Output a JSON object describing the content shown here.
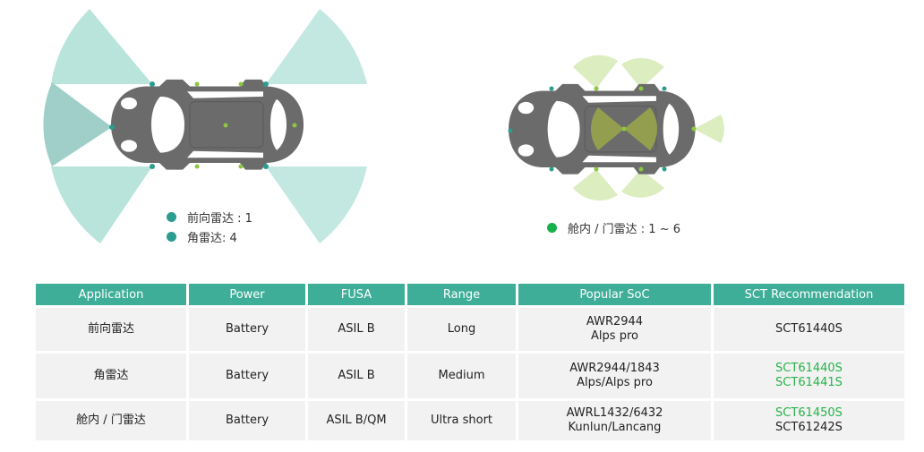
{
  "legend": {
    "front_radar": "前向雷达 : 1",
    "corner_radar": "角雷达: 4",
    "cabin_door_radar": "舱内 / 门雷达 : 1 ~ 6"
  },
  "colors": {
    "front_dot": "#2a9d8f",
    "corner_dot": "#2a9d8f",
    "cabin_dot": "#18b04a",
    "fov_teal": "#b8e4dc",
    "fov_teal_dark": "#9fcfc8",
    "fov_green": "#dcedc0",
    "fov_olive": "#9aa84a",
    "car": "#6b6b6b",
    "header": "#3fae98",
    "highlight": "#27b34a"
  },
  "table": {
    "headers": [
      "Application",
      "Power",
      "FUSA",
      "Range",
      "Popular SoC",
      "SCT Recommendation"
    ],
    "rows": [
      {
        "application": "前向雷达",
        "power": "Battery",
        "fusa": "ASIL B",
        "range": "Long",
        "soc_line1": "AWR2944",
        "soc_line2": "Alps pro",
        "sct_line1": "SCT61440S",
        "sct_line2": ""
      },
      {
        "application": "角雷达",
        "power": "Battery",
        "fusa": "ASIL B",
        "range": "Medium",
        "soc_line1": "AWR2944/1843",
        "soc_line2": "Alps/Alps pro",
        "sct_line1": "SCT61440S",
        "sct_line2": "SCT61441S"
      },
      {
        "application": "舱内 / 门雷达",
        "power": "Battery",
        "fusa": "ASIL B/QM",
        "range": "Ultra short",
        "soc_line1": "AWRL1432/6432",
        "soc_line2": "Kunlun/Lancang",
        "sct_line1": "SCT61450S",
        "sct_line2": "SCT61242S"
      }
    ]
  }
}
